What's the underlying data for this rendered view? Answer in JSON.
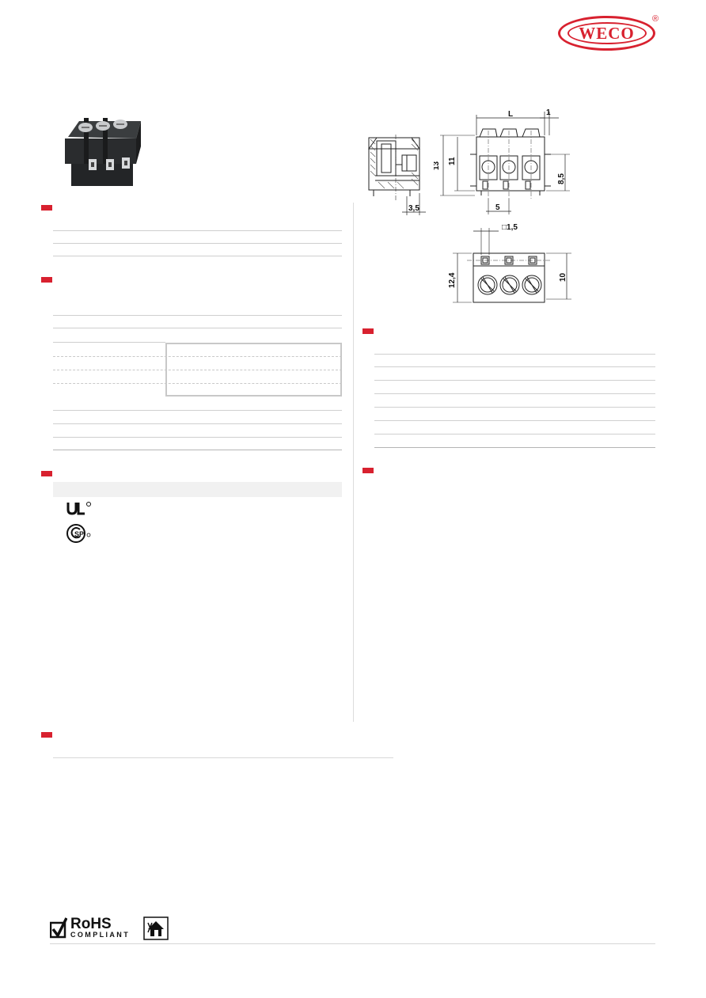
{
  "brand": {
    "logo_text": "WECO",
    "registered_mark": "®",
    "color": "#d8212f"
  },
  "drawing": {
    "dim_L": "L",
    "dim_1": "1",
    "dim_13": "13",
    "dim_11": "11",
    "dim_8_5": "8,5",
    "dim_5": "5",
    "dim_3_5": "3,5",
    "dim_1_5": "□1,5",
    "dim_12_4": "12,4",
    "dim_10": "10"
  },
  "certifications": {
    "ul_icon": "ul-recognized-icon",
    "csa_icon": "csa-icon"
  },
  "footer": {
    "rohs_title": "RoHS",
    "rohs_subtitle": "COMPLIANT",
    "rohs_icon": "rohs-check-icon",
    "house_icon": "weee-house-icon"
  },
  "colors": {
    "accent": "#d8212f",
    "rule": "#cfcfcf"
  }
}
